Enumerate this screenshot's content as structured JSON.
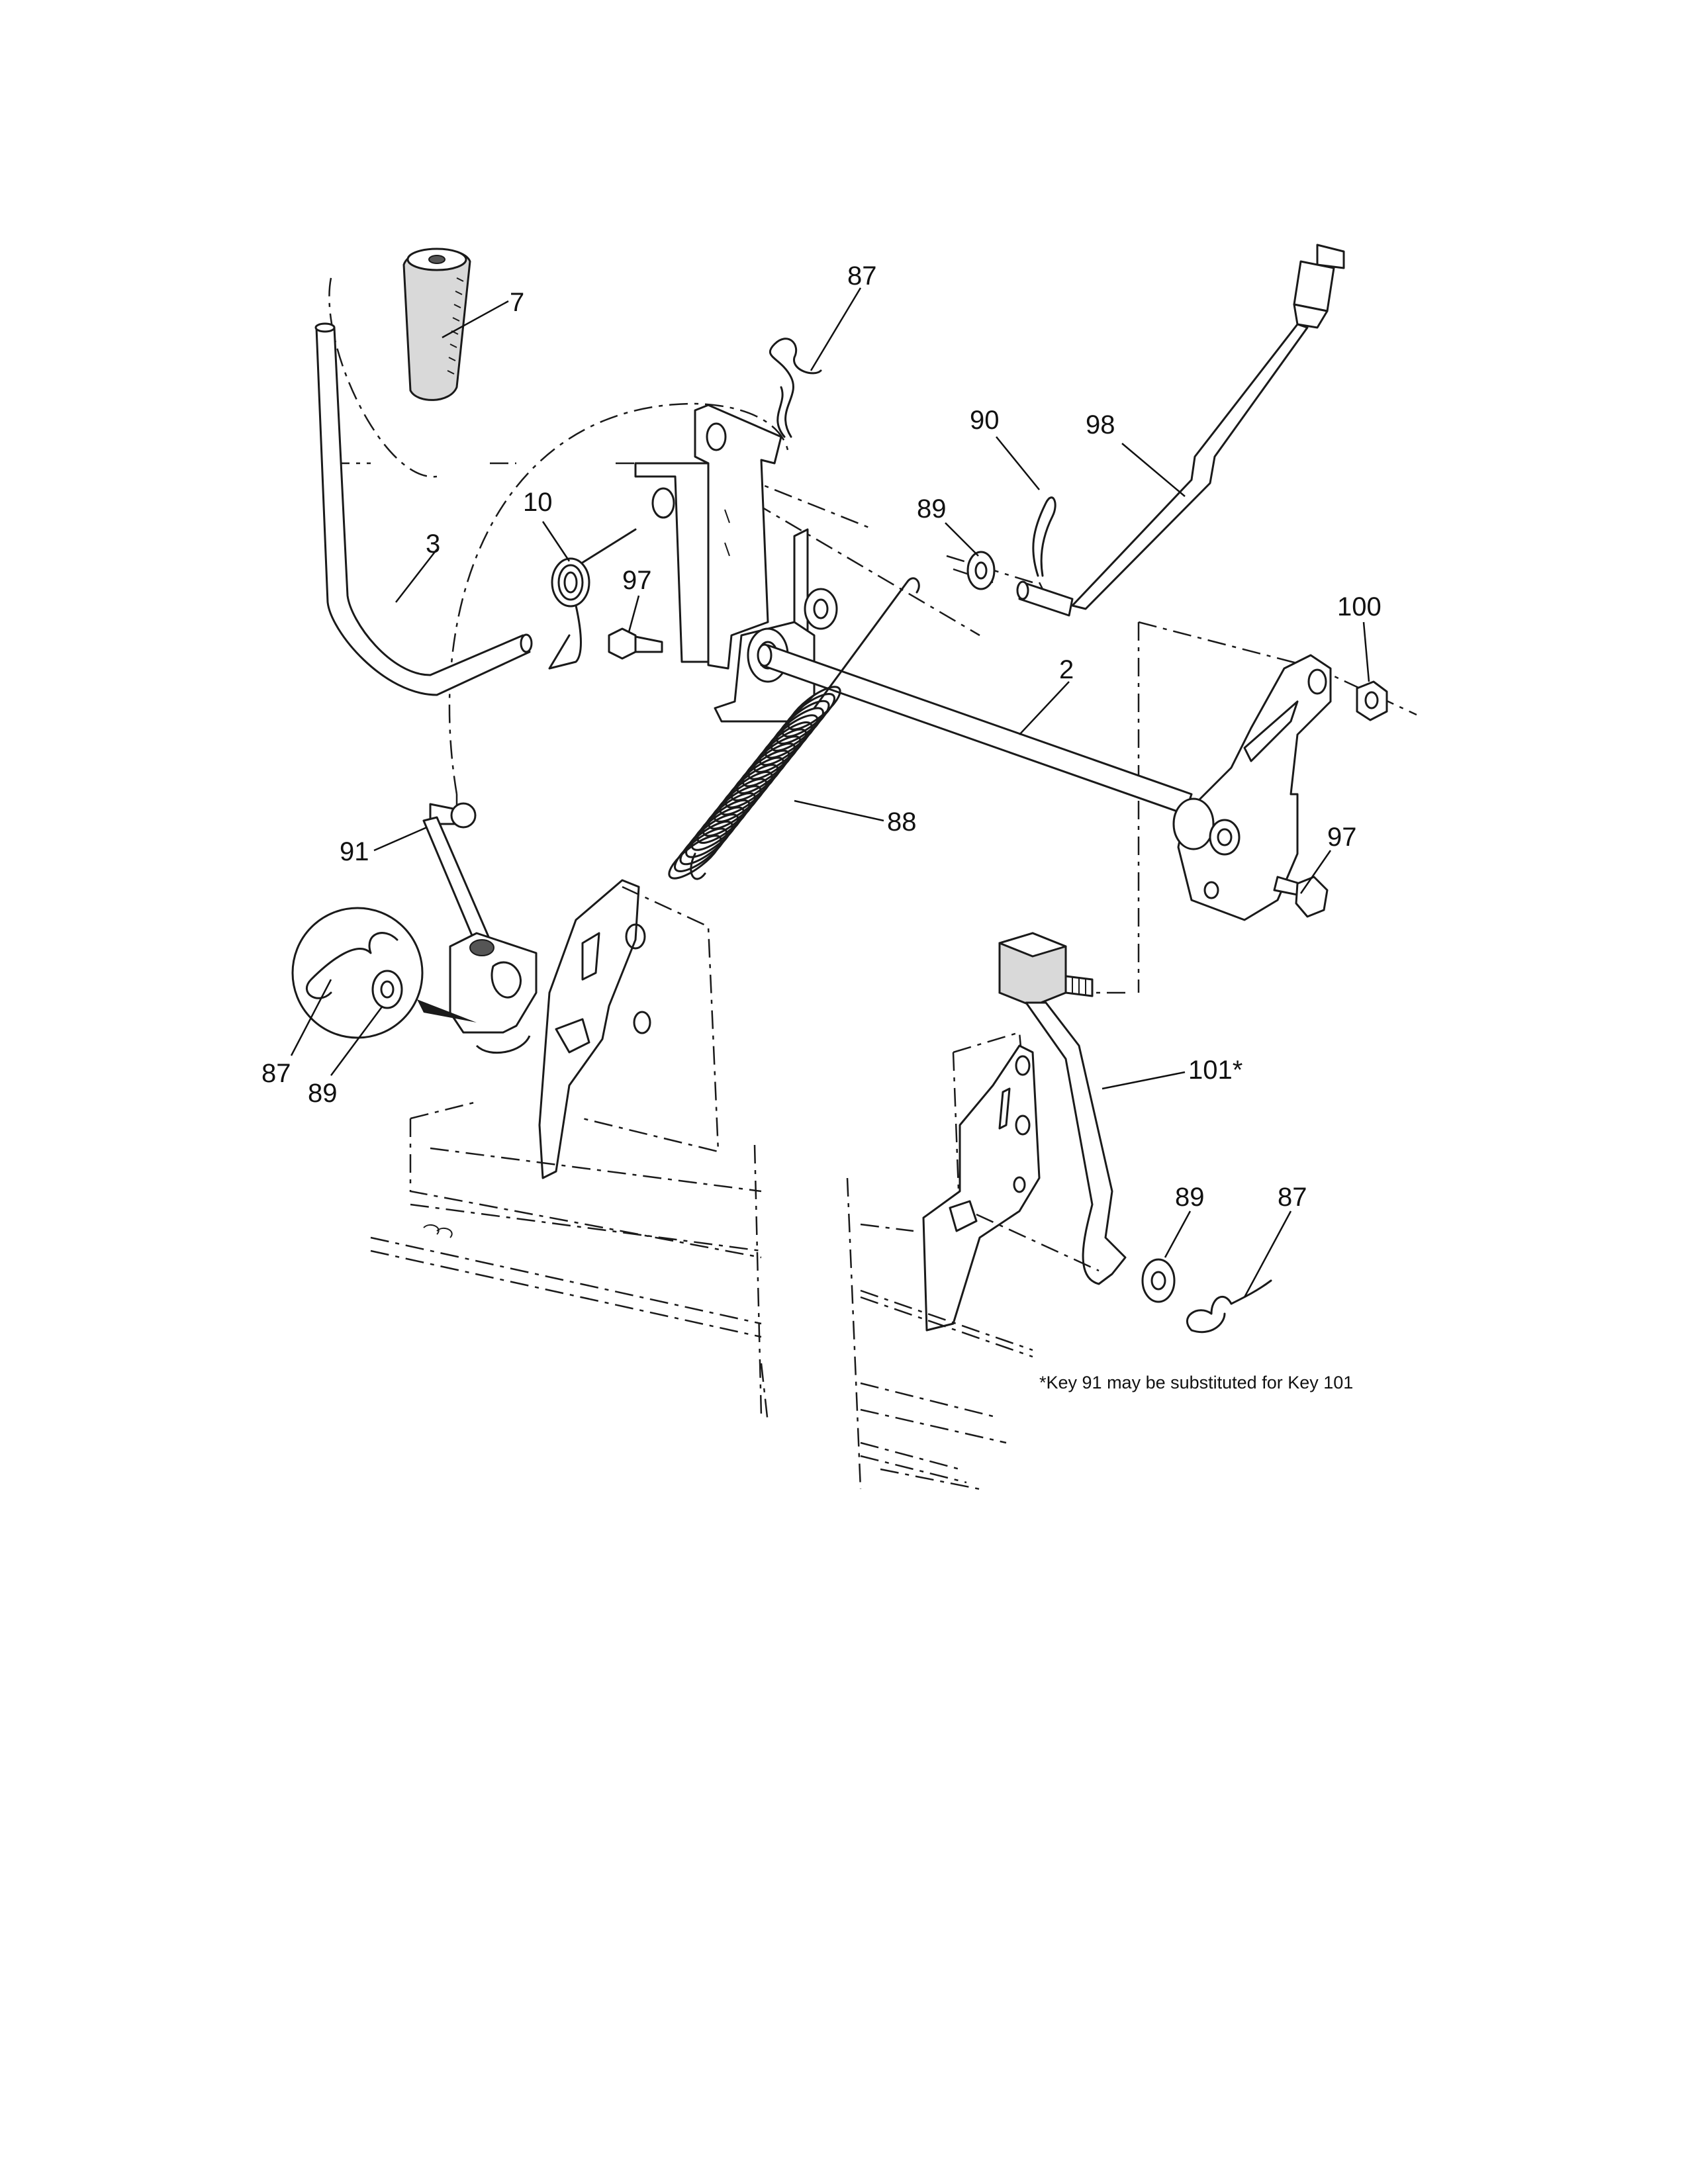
{
  "labels": {
    "l7": "7",
    "l87a": "87",
    "l90": "90",
    "l98": "98",
    "l89a": "89",
    "l10": "10",
    "l3": "3",
    "l97a": "97",
    "l100": "100",
    "l2": "2",
    "l88": "88",
    "l91": "91",
    "l97b": "97",
    "l87b": "87",
    "l89b": "89",
    "l101": "101*",
    "l89c": "89",
    "l87c": "87"
  },
  "footnote": "*Key 91 may be substituted for Key 101"
}
